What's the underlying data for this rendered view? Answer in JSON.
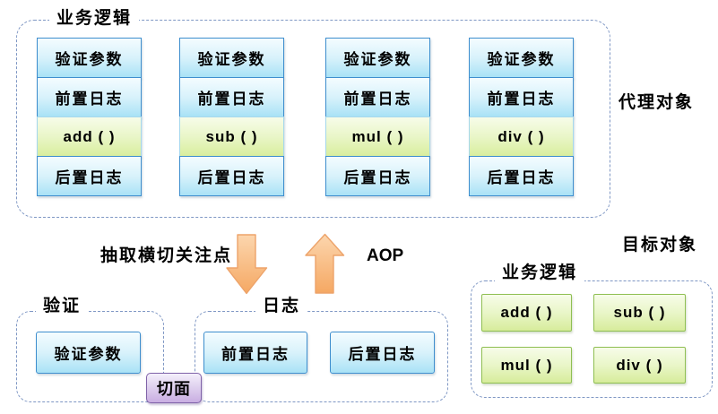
{
  "proxy": {
    "title": "业务逻辑",
    "side_label": "代理对象",
    "columns": [
      {
        "cells": [
          "验证参数",
          "前置日志",
          "add ( )",
          "后置日志"
        ]
      },
      {
        "cells": [
          "验证参数",
          "前置日志",
          "sub ( )",
          "后置日志"
        ]
      },
      {
        "cells": [
          "验证参数",
          "前置日志",
          "mul ( )",
          "后置日志"
        ]
      },
      {
        "cells": [
          "验证参数",
          "前置日志",
          "div ( )",
          "后置日志"
        ]
      }
    ]
  },
  "middle": {
    "extract_label": "抽取横切关注点",
    "aop_label": "AOP"
  },
  "validation": {
    "title": "验证",
    "items": [
      "验证参数"
    ]
  },
  "log": {
    "title": "日志",
    "items": [
      "前置日志",
      "后置日志"
    ]
  },
  "aspect": {
    "label": "切面"
  },
  "target": {
    "heading": "目标对象",
    "title": "业务逻辑",
    "methods": [
      "add ( )",
      "sub ( )",
      "mul ( )",
      "div ( )"
    ]
  },
  "colors": {
    "dash_border": "#7f97c4",
    "blue_cell_border": "#3e8ece",
    "blue_cell_top": "#f4fcff",
    "blue_cell_bottom": "#a9e2f6",
    "green_cell_top": "#f7fce9",
    "green_cell_bottom": "#d9ee9e",
    "green_border_light": "#a6d8ec",
    "green_border_dark": "#8fbf52",
    "purple_top": "#f4effb",
    "purple_bottom": "#c9aee2",
    "purple_border": "#7f62a8",
    "arrow_fill_light": "#fcd6ae",
    "arrow_fill_dark": "#f5a863",
    "arrow_stroke": "#eda36a"
  }
}
